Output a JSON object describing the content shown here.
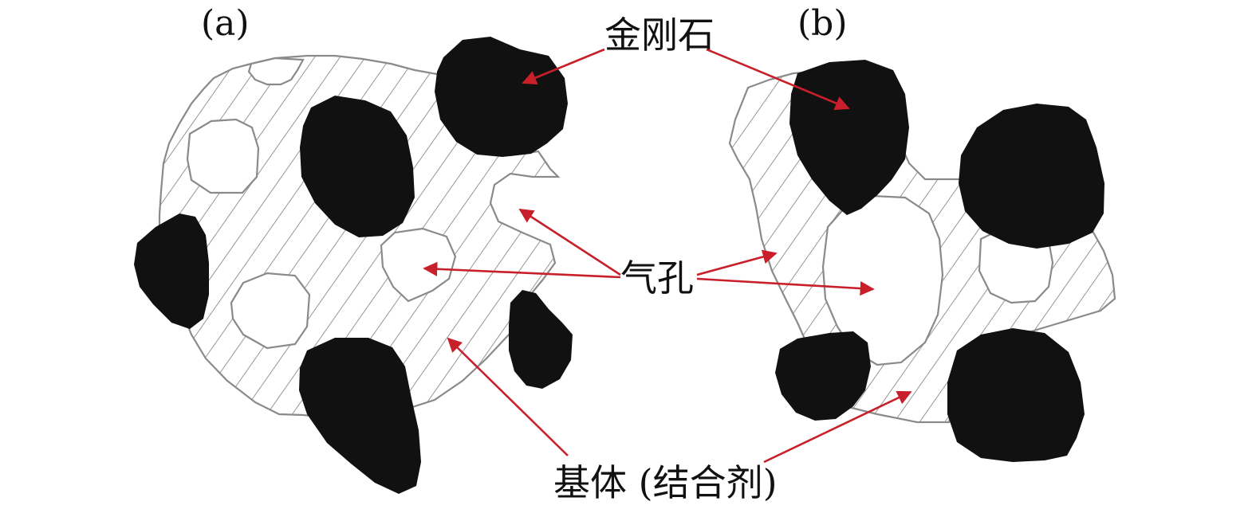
{
  "panels": {
    "a": {
      "label": "(a)"
    },
    "b": {
      "label": "(b)"
    }
  },
  "annotations": {
    "diamond": "金刚石",
    "pore": "气孔",
    "matrix": "基体 (结合剂)"
  },
  "colors": {
    "diamond_fill": "#111111",
    "matrix_outline": "#8a8a8a",
    "hatch_line": "#8a8a8a",
    "arrow": "#c8202a",
    "background": "#ffffff"
  }
}
